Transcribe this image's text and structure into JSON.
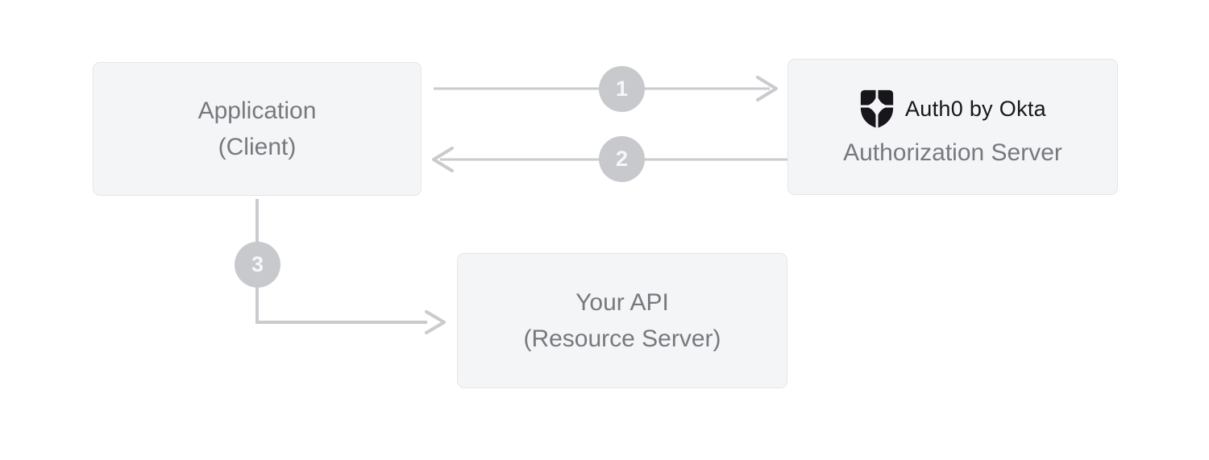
{
  "diagram": {
    "nodes": {
      "application": {
        "line1": "Application",
        "line2": "(Client)"
      },
      "authorization_server": {
        "brand": "Auth0 by Okta",
        "label": "Authorization Server"
      },
      "your_api": {
        "line1": "Your API",
        "line2": "(Resource Server)"
      }
    },
    "steps": [
      {
        "number": "1",
        "from": "application",
        "to": "authorization_server"
      },
      {
        "number": "2",
        "from": "authorization_server",
        "to": "application"
      },
      {
        "number": "3",
        "from": "application",
        "to": "your_api"
      }
    ],
    "colors": {
      "page_bg": "#ffffff",
      "box_bg": "#f4f5f7",
      "box_border": "#e5e6ea",
      "node_text": "#76797e",
      "arrow": "#c9cbce",
      "badge_bg": "#c7c9cc",
      "badge_text": "#f6f7f8",
      "brand_text": "#16161b"
    }
  }
}
